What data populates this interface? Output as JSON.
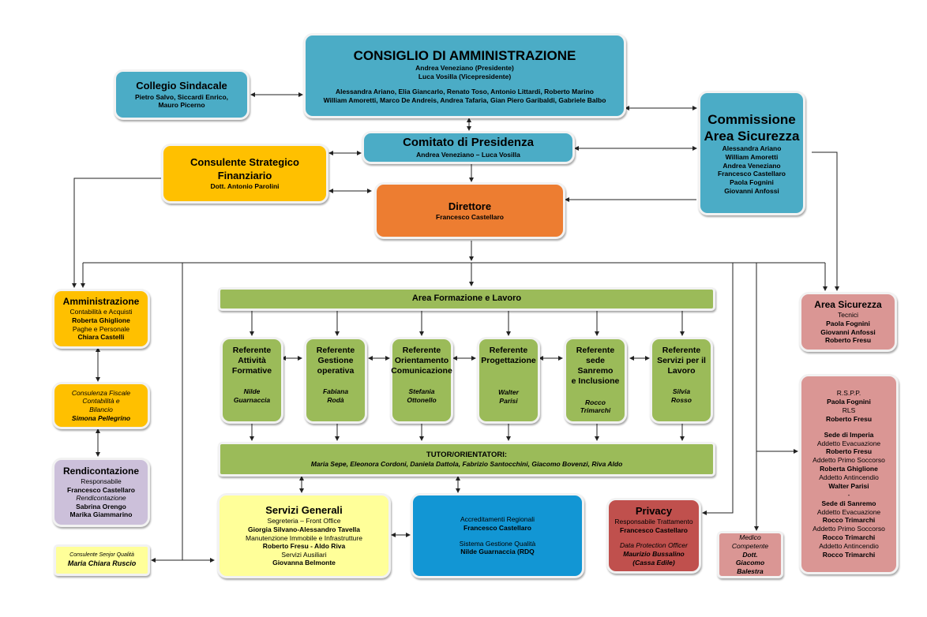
{
  "consiglio": {
    "title": "CONSIGLIO DI AMMINISTRAZIONE",
    "president": "Andrea Veneziano (Presidente)",
    "vice": "Luca Vosilla (Vicepresidente)",
    "members_line1": "Alessandra Ariano, Elia Giancarlo, Renato Toso, Antonio Littardi, Roberto Marino",
    "members_line2": "William Amoretti, Marco De Andreis, Andrea Tafaria, Gian Piero Garibaldi, Gabriele Balbo"
  },
  "collegio": {
    "title": "Collegio Sindacale",
    "members_line1": "Pietro Salvo, Siccardi Enrico,",
    "members_line2": "Mauro Picerno"
  },
  "commissione": {
    "title_line1": "Commissione",
    "title_line2": "Area Sicurezza",
    "members": [
      "Alessandra Ariano",
      "William Amoretti",
      "Andrea Veneziano",
      "Francesco Castellaro",
      "Paola Fognini",
      "Giovanni Anfossi"
    ]
  },
  "comitato": {
    "title": "Comitato di Presidenza",
    "members": "Andrea Veneziano – Luca Vosilla"
  },
  "consulente_finanziario": {
    "title": "Consulente Strategico Finanziario",
    "name": "Dott. Antonio Parolini"
  },
  "direttore": {
    "title": "Direttore",
    "name": "Francesco Castellaro"
  },
  "amministrazione": {
    "title": "Amministrazione",
    "role1": "Contabilità e Acquisti",
    "name1": "Roberta Ghiglione",
    "role2": "Paghe e Personale",
    "name2": "Chiara Castelli"
  },
  "consulenza_fiscale": {
    "line1": "Consulenza Fiscale",
    "line2": "Contabilità e",
    "line3": "Bilancio",
    "name": "Simona Pellegrino"
  },
  "rendicontazione": {
    "title": "Rendicontazione",
    "role1": "Responsabile",
    "name1": "Francesco Castellaro",
    "role2": "Rendicontazione",
    "name2": "Sabrina Orengo",
    "name3": "Marika Giammarino"
  },
  "consulente_qualita": {
    "role": "Consulente Senjor Qualità",
    "name": "Maria Chiara Ruscio"
  },
  "area_formazione": {
    "title": "Area Formazione e Lavoro"
  },
  "referenti": [
    {
      "title_lines": [
        "Referente",
        "Attività",
        "Formative"
      ],
      "name_lines": [
        "Nilde",
        "Guarnaccia"
      ]
    },
    {
      "title_lines": [
        "Referente",
        "Gestione",
        "operativa"
      ],
      "name_lines": [
        "Fabiana",
        "Rodà"
      ]
    },
    {
      "title_lines": [
        "Referente",
        "Orientamento",
        "Comunicazione"
      ],
      "name_lines": [
        "Stefania",
        "Ottonello"
      ]
    },
    {
      "title_lines": [
        "Referente",
        "Progettazione"
      ],
      "name_lines": [
        "Walter",
        "Parisi"
      ]
    },
    {
      "title_lines": [
        "Referente",
        "sede Sanremo",
        "e Inclusione"
      ],
      "name_lines": [
        "Rocco",
        "Trimarchi"
      ]
    },
    {
      "title_lines": [
        "Referente",
        "Servizi per il",
        "Lavoro"
      ],
      "name_lines": [
        "Silvia",
        "Rosso"
      ]
    }
  ],
  "tutor": {
    "title": "TUTOR/ORIENTATORI:",
    "names": "Maria Sepe, Eleonora Cordoni, Daniela Dattola, Fabrizio Santocchini, Giacomo Bovenzi, Riva Aldo"
  },
  "servizi_generali": {
    "title": "Servizi Generali",
    "role1": "Segreteria – Front Office",
    "name1": "Giorgia Silvano-Alessandro Tavella",
    "role2": "Manutenzione Immobile e Infrastrutture",
    "name2": "Roberto Fresu -  Aldo Riva",
    "role3": "Servizi Ausiliari",
    "name3": "Giovanna Belmonte"
  },
  "accreditamenti": {
    "role1": "Accreditamenti Regionali",
    "name1": "Francesco Castellaro",
    "role2": "Sistema Gestione Qualità",
    "name2": "Nilde Guarnaccia (RDQ"
  },
  "privacy": {
    "title": "Privacy",
    "role1": "Responsabile Trattamento",
    "name1": "Francesco Castellaro",
    "role2": "Data Protection Officer",
    "name2": "Maurizio Bussalino",
    "name3": "(Cassa Edile)"
  },
  "medico": {
    "lines": [
      "Medico",
      "Competente",
      "Dott.",
      "Giacomo",
      "Balestra"
    ]
  },
  "area_sicurezza": {
    "title": "Area Sicurezza",
    "role": "Tecnici",
    "members": [
      "Paola Fognini",
      "Giovanni Anfossi",
      "Roberto Fresu"
    ]
  },
  "rspp": {
    "lines": [
      {
        "text": "R.S.P.P.",
        "bold": false
      },
      {
        "text": "Paola Fognini",
        "bold": true
      },
      {
        "text": "RLS",
        "bold": false
      },
      {
        "text": "Roberto Fresu",
        "bold": true
      },
      {
        "text": "",
        "bold": false
      },
      {
        "text": "Sede di Imperia",
        "bold": true
      },
      {
        "text": "Addetto Evacuazione",
        "bold": false
      },
      {
        "text": "Roberto Fresu",
        "bold": true
      },
      {
        "text": "Addetto Primo Soccorso",
        "bold": false
      },
      {
        "text": "Roberta Ghiglione",
        "bold": true
      },
      {
        "text": "Addetto Antincendio",
        "bold": false
      },
      {
        "text": "Walter Parisi",
        "bold": true
      },
      {
        "text": "-",
        "bold": false
      },
      {
        "text": "Sede di Sanremo",
        "bold": true
      },
      {
        "text": "Addetto Evacuazione",
        "bold": false
      },
      {
        "text": "Rocco Trimarchi",
        "bold": true
      },
      {
        "text": "Addetto Primo Soccorso",
        "bold": false
      },
      {
        "text": "Rocco Trimarchi",
        "bold": true
      },
      {
        "text": "Addetto Antincendio",
        "bold": false
      },
      {
        "text": "Rocco Trimarchi",
        "bold": true
      }
    ]
  }
}
